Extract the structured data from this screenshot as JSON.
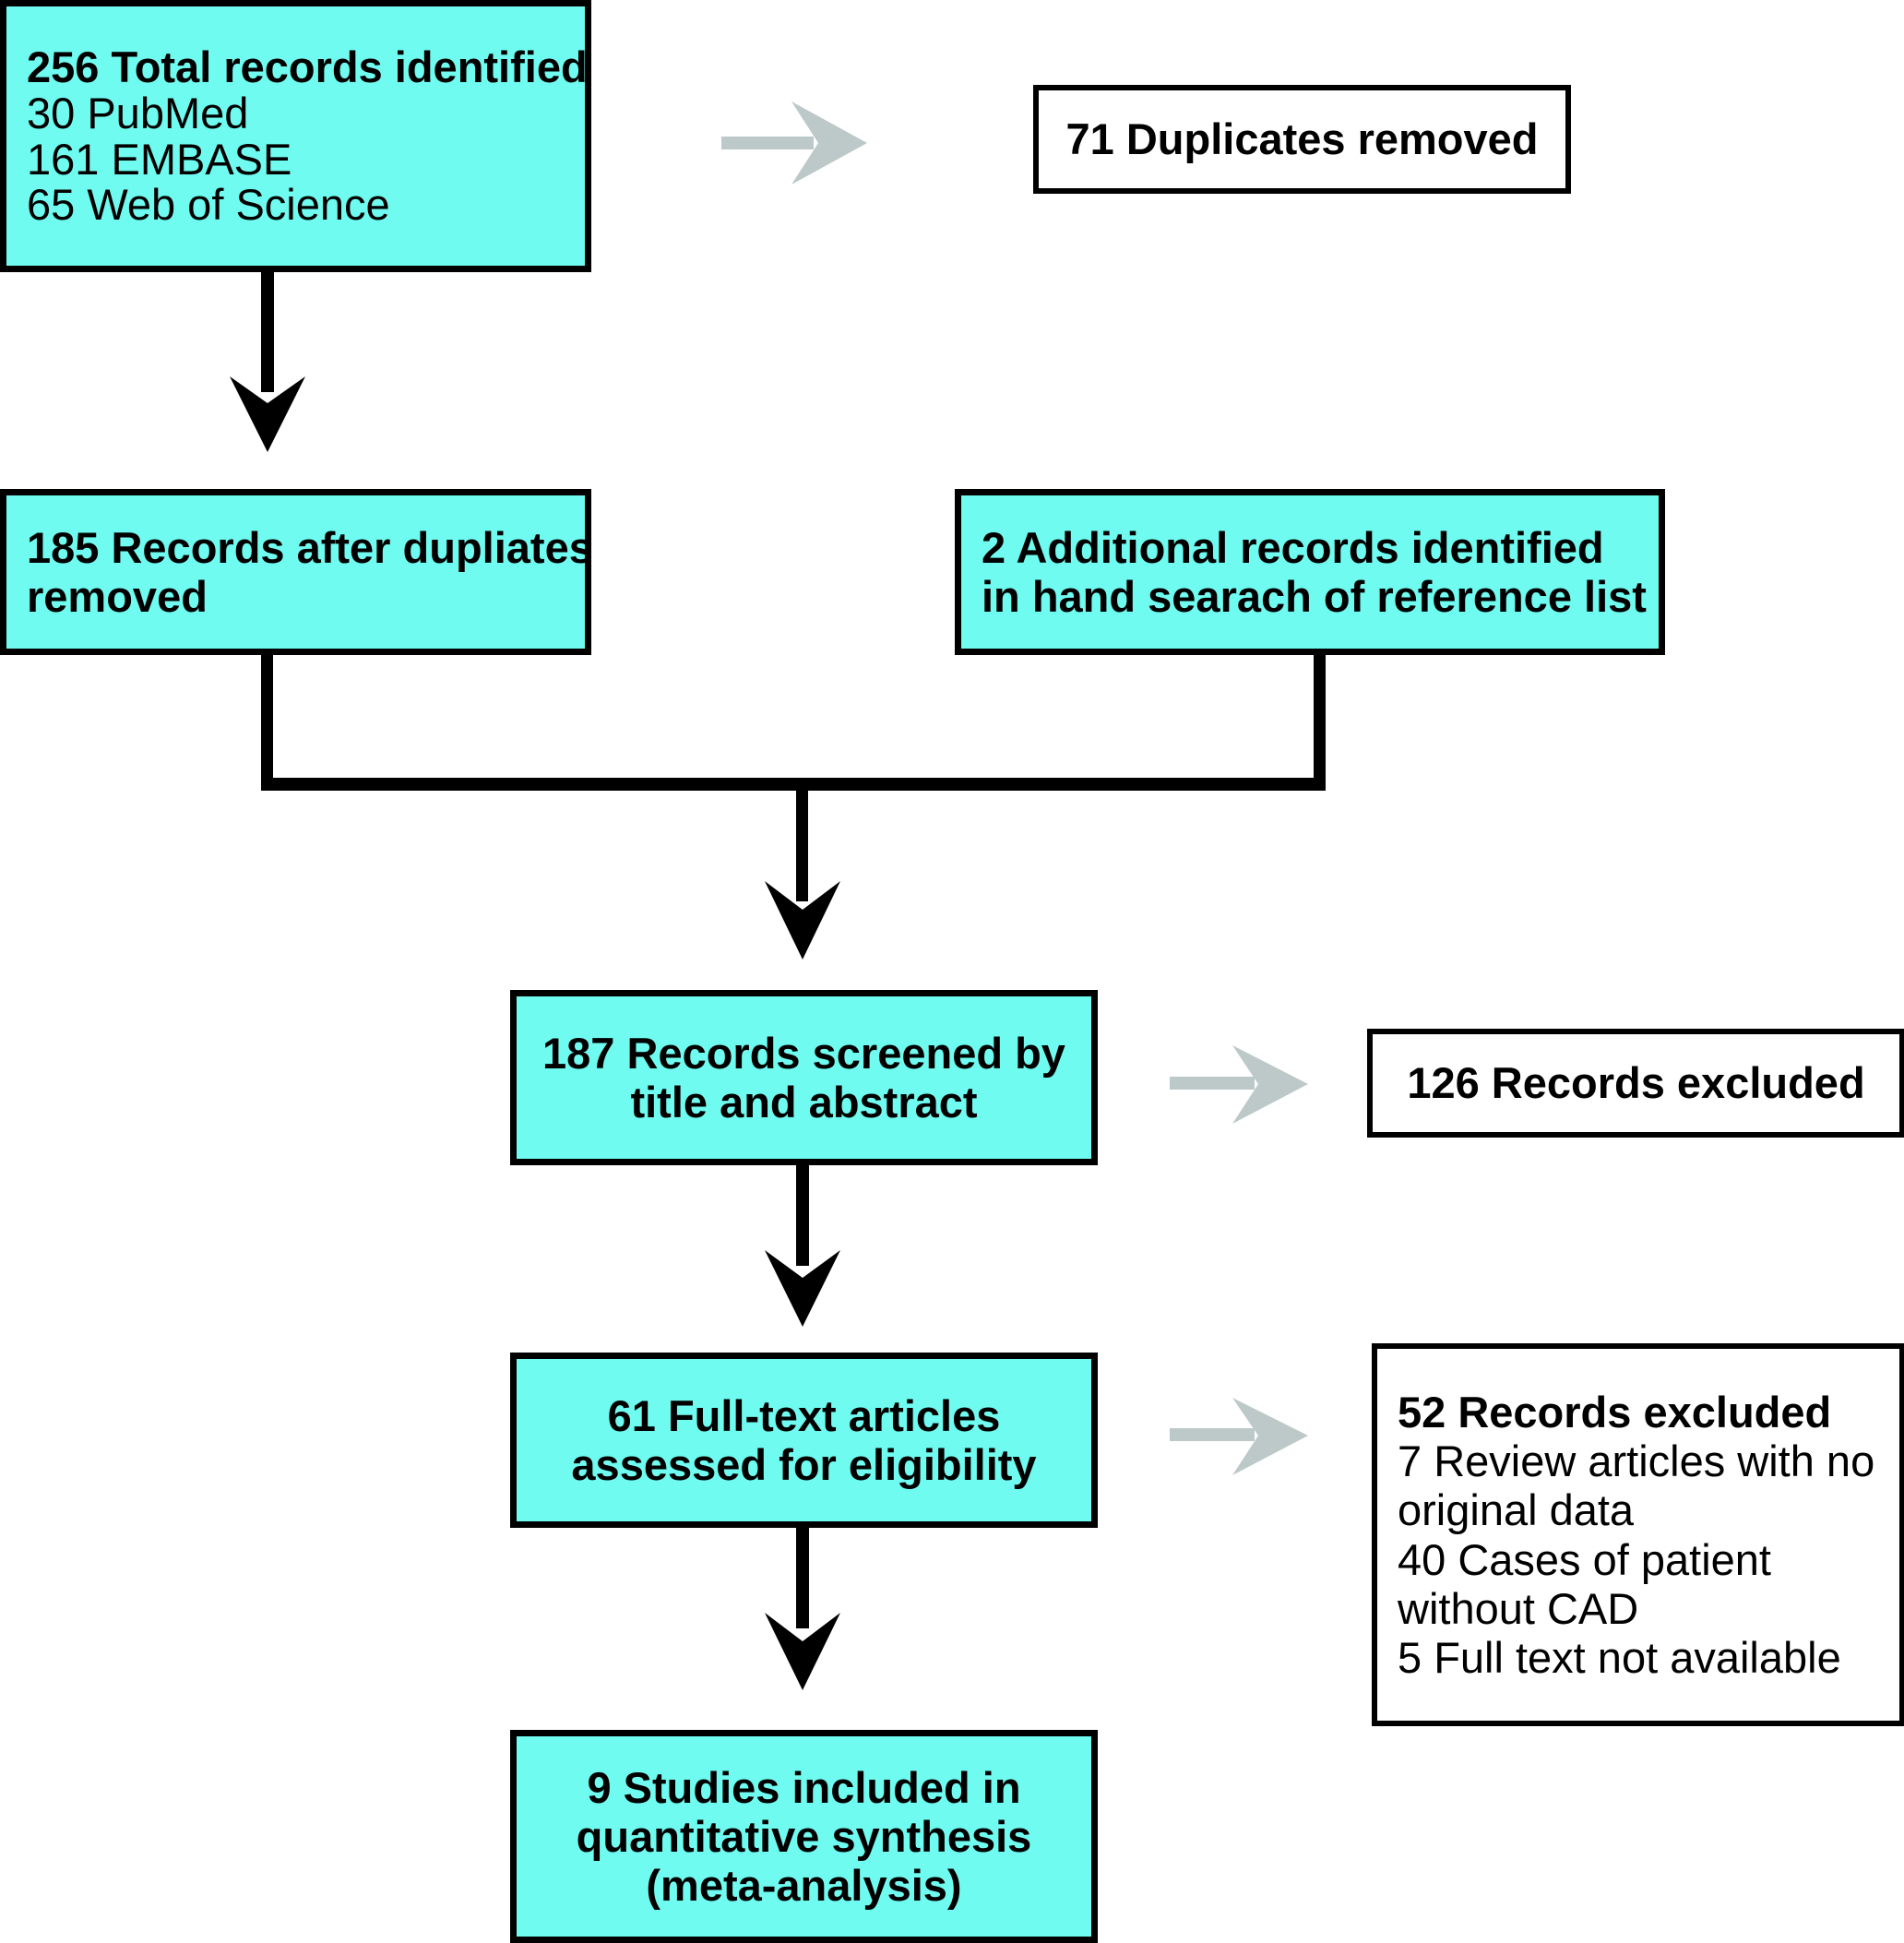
{
  "diagram": {
    "title": "PRISMA study selection flow diagram",
    "colors": {
      "node_fill_primary": "#6FFBF0",
      "node_fill_secondary": "#FFFFFF",
      "node_border": "#000000",
      "arrow_primary": "#000000",
      "arrow_exclusion": "#BCC9C8",
      "text": "#000000"
    }
  },
  "nodes": {
    "identification": {
      "name": "total-records-identified",
      "lines": [
        {
          "text": "256 Total records identified",
          "bold": true
        },
        {
          "text": "30 PubMed",
          "bold": false
        },
        {
          "text": "161 EMBASE",
          "bold": false
        },
        {
          "text": "65 Web of Science",
          "bold": false
        }
      ]
    },
    "duplicates_removed": {
      "name": "duplicates-removed",
      "lines": [
        {
          "text": "71 Duplicates removed",
          "bold": true
        }
      ]
    },
    "after_duplicates": {
      "name": "records-after-duplicates-removed",
      "lines": [
        {
          "text": "185 Records after dupliates",
          "bold": true
        },
        {
          "text": "removed",
          "bold": true
        }
      ]
    },
    "hand_search": {
      "name": "additional-records-hand-search",
      "lines": [
        {
          "text": "2 Additional records identified",
          "bold": true
        },
        {
          "text": "in hand searach of reference list",
          "bold": true
        }
      ]
    },
    "screened": {
      "name": "records-screened",
      "lines": [
        {
          "text": "187 Records screened by",
          "bold": true
        },
        {
          "text": "title and abstract",
          "bold": true
        }
      ]
    },
    "screened_excluded": {
      "name": "records-excluded-screening",
      "lines": [
        {
          "text": "126 Records excluded",
          "bold": true
        }
      ]
    },
    "fulltext": {
      "name": "full-text-assessed",
      "lines": [
        {
          "text": "61 Full-text articles",
          "bold": true
        },
        {
          "text": "assessed for eligibility",
          "bold": true
        }
      ]
    },
    "fulltext_excluded": {
      "name": "records-excluded-eligibility",
      "lines": [
        {
          "text": "52 Records excluded",
          "bold": true
        },
        {
          "text": "7 Review articles with no",
          "bold": false
        },
        {
          "text": "original data",
          "bold": false
        },
        {
          "text": "40 Cases of patient",
          "bold": false
        },
        {
          "text": "without CAD",
          "bold": false
        },
        {
          "text": "5 Full text not available",
          "bold": false
        }
      ]
    },
    "included": {
      "name": "studies-included",
      "lines": [
        {
          "text": "9 Studies included in",
          "bold": true
        },
        {
          "text": "quantitative synthesis",
          "bold": true
        },
        {
          "text": "(meta-analysis)",
          "bold": true
        }
      ]
    }
  },
  "chart_data": {
    "type": "diagram",
    "title": "PRISMA flow of study selection",
    "stages": [
      {
        "stage": "Total records identified",
        "count": 256
      },
      {
        "stage": "PubMed",
        "count": 30
      },
      {
        "stage": "EMBASE",
        "count": 161
      },
      {
        "stage": "Web of Science",
        "count": 65
      },
      {
        "stage": "Duplicates removed",
        "count": 71
      },
      {
        "stage": "Records after dupliates removed",
        "count": 185
      },
      {
        "stage": "Additional records identified in hand searach of reference list",
        "count": 2
      },
      {
        "stage": "Records screened by title and abstract",
        "count": 187
      },
      {
        "stage": "Records excluded at screening",
        "count": 126
      },
      {
        "stage": "Full-text articles assessed for eligibility",
        "count": 61
      },
      {
        "stage": "Records excluded at eligibility",
        "count": 52
      },
      {
        "stage": "Review articles with no original data",
        "count": 7
      },
      {
        "stage": "Cases of patient without CAD",
        "count": 40
      },
      {
        "stage": "Full text not available",
        "count": 5
      },
      {
        "stage": "Studies included in quantitative synthesis (meta-analysis)",
        "count": 9
      }
    ]
  }
}
